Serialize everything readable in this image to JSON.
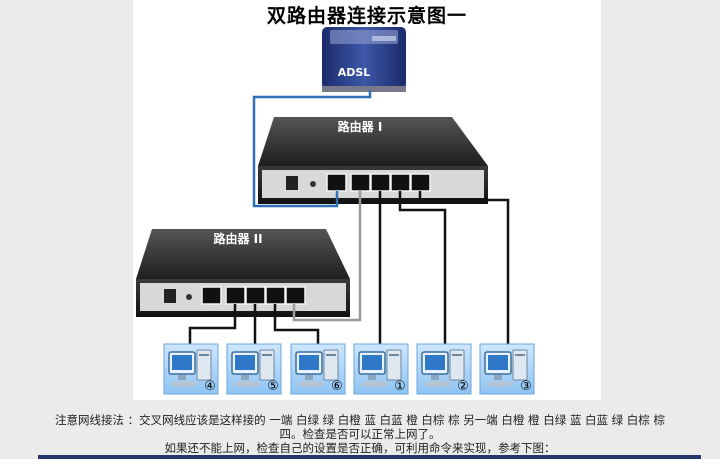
{
  "title": "双路由器连接示意图一",
  "modem": {
    "label": "ADSL"
  },
  "routers": [
    {
      "label": "路由器 I"
    },
    {
      "label": "路由器 II"
    }
  ],
  "computers": [
    {
      "number": "④"
    },
    {
      "number": "⑤"
    },
    {
      "number": "⑥"
    },
    {
      "number": "①"
    },
    {
      "number": "②"
    },
    {
      "number": "③"
    }
  ],
  "notes": {
    "line1": "注意网线接法 ：交叉网线应该是这样接的 一端 白绿 绿 白橙 蓝 白蓝 橙 白棕 棕 另一端 白橙 橙 白绿 蓝 白蓝 绿 白棕 棕",
    "line2": "四。检查是否可以正常上网了。",
    "line3": "如果还不能上网，检查自己的设置是否正确，可利用命令来实现，参考下图："
  },
  "colors": {
    "modem_link": "#2f6fb5",
    "router_link": "#9a9a9a",
    "pc_cable": "#111111"
  }
}
